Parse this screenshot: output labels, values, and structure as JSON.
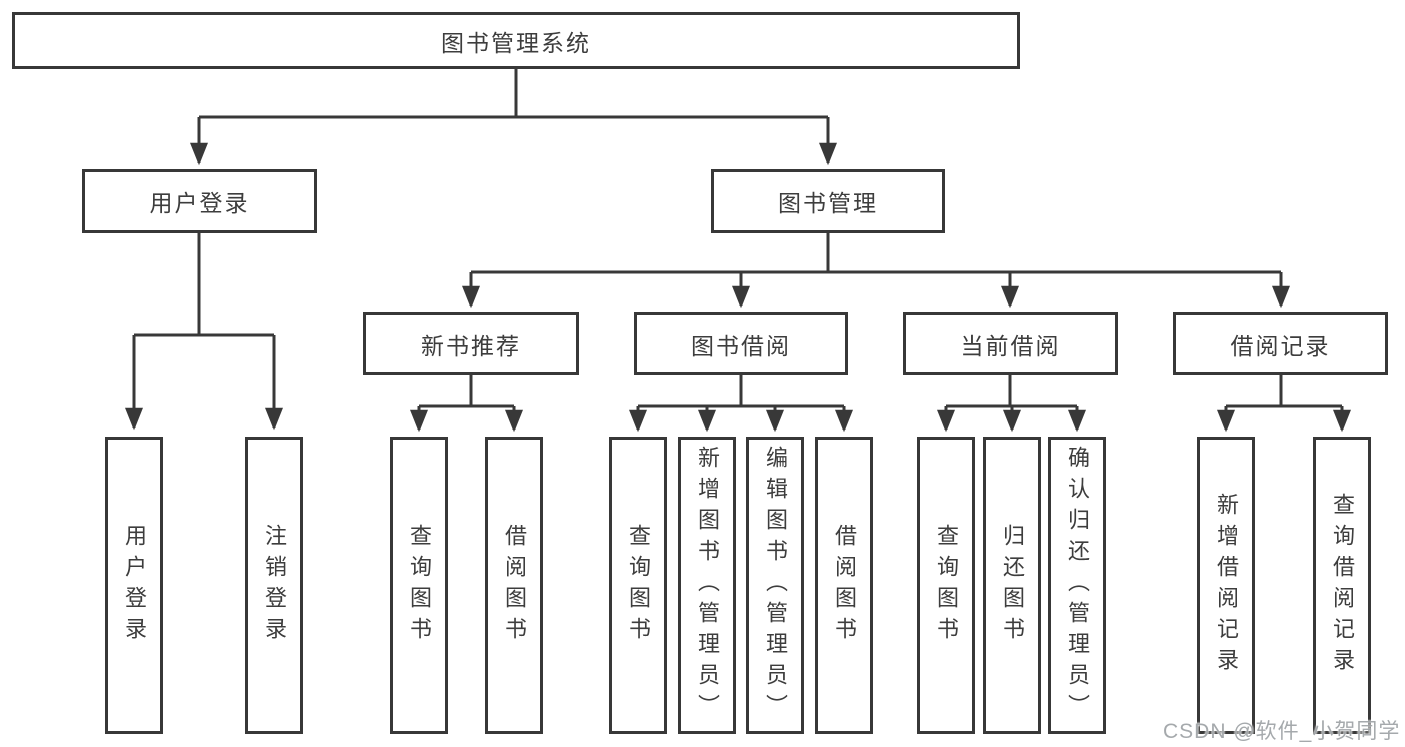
{
  "tree": {
    "root": {
      "label": "图书管理系统"
    },
    "level2": [
      {
        "label": "用户登录"
      },
      {
        "label": "图书管理"
      }
    ],
    "level3": [
      {
        "label": "新书推荐"
      },
      {
        "label": "图书借阅"
      },
      {
        "label": "当前借阅"
      },
      {
        "label": "借阅记录"
      }
    ],
    "leaves": {
      "user": [
        {
          "label": "用户登录"
        },
        {
          "label": "注销登录"
        }
      ],
      "recommend": [
        {
          "label": "查询图书"
        },
        {
          "label": "借阅图书"
        }
      ],
      "borrow": [
        {
          "label": "查询图书"
        },
        {
          "label": "新增图书（管理员）"
        },
        {
          "label": "编辑图书（管理员）"
        },
        {
          "label": "借阅图书"
        }
      ],
      "current": [
        {
          "label": "查询图书"
        },
        {
          "label": "归还图书"
        },
        {
          "label": "确认归还（管理员）"
        }
      ],
      "records": [
        {
          "label": "新增借阅记录"
        },
        {
          "label": "查询借阅记录"
        }
      ]
    }
  },
  "watermark": {
    "text": "CSDN @软件_小贺同学"
  },
  "colors": {
    "line": "#383838",
    "box_border": "#383838",
    "text": "#3d3d3d",
    "background": "#ffffff",
    "watermark": "#9ba0a3"
  }
}
